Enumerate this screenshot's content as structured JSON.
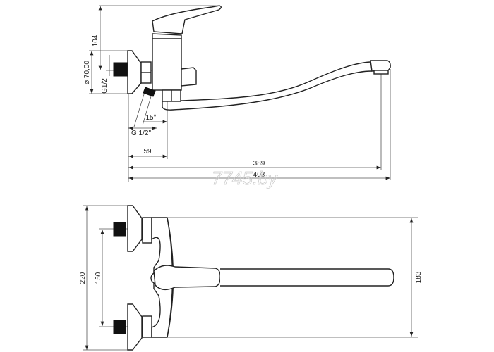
{
  "side_view": {
    "dim_height": "104",
    "dim_flange_diameter": "⌀ 70,00",
    "dim_inlet_thread": "G1/2",
    "dim_angle": "15°",
    "dim_outlet_thread": "G 1/2\"",
    "dim_wall_to_body": "59",
    "dim_spout_reach": "389",
    "dim_overall_length": "403"
  },
  "top_view": {
    "dim_plate_span": "220",
    "dim_inlet_spacing": "150",
    "dim_body_height": "183"
  },
  "watermark": "7745.by"
}
